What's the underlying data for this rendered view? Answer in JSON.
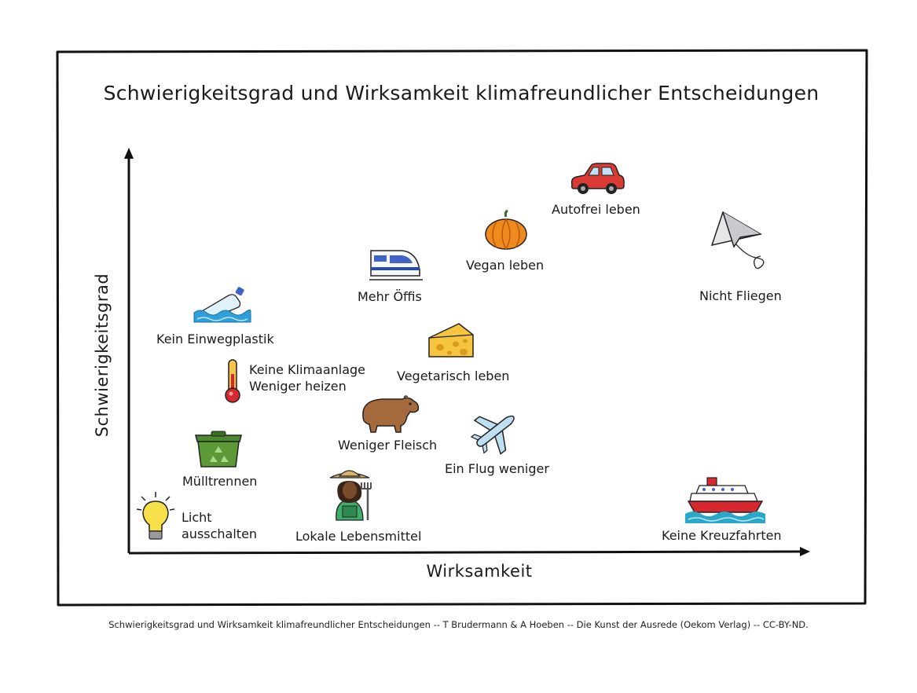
{
  "title": "Schwierigkeitsgrad und Wirksamkeit klimafreundlicher Entscheidungen",
  "axes": {
    "x_label": "Wirksamkeit",
    "y_label": "Schwierigkeitsgrad"
  },
  "items": {
    "autofrei": "Autofrei leben",
    "vegan": "Vegan leben",
    "oeffis": "Mehr Öffis",
    "nicht_fliegen": "Nicht Fliegen",
    "einwegplastik": "Kein Einwegplastik",
    "klima_line1": "Keine Klimaanlage",
    "klima_line2": "Weniger heizen",
    "vegetarisch": "Vegetarisch leben",
    "weniger_fleisch": "Weniger Fleisch",
    "ein_flug": "Ein Flug weniger",
    "muelltrennen": "Mülltrennen",
    "licht_line1": "Licht",
    "licht_line2": "ausschalten",
    "lokale": "Lokale Lebensmittel",
    "kreuzfahrten": "Keine Kreuzfahrten"
  },
  "footer": "Schwierigkeitsgrad und Wirksamkeit klimafreundlicher Entscheidungen -- T Brudermann & A Hoeben -- Die Kunst der Ausrede (Oekom Verlag) -- CC-BY-ND."
}
